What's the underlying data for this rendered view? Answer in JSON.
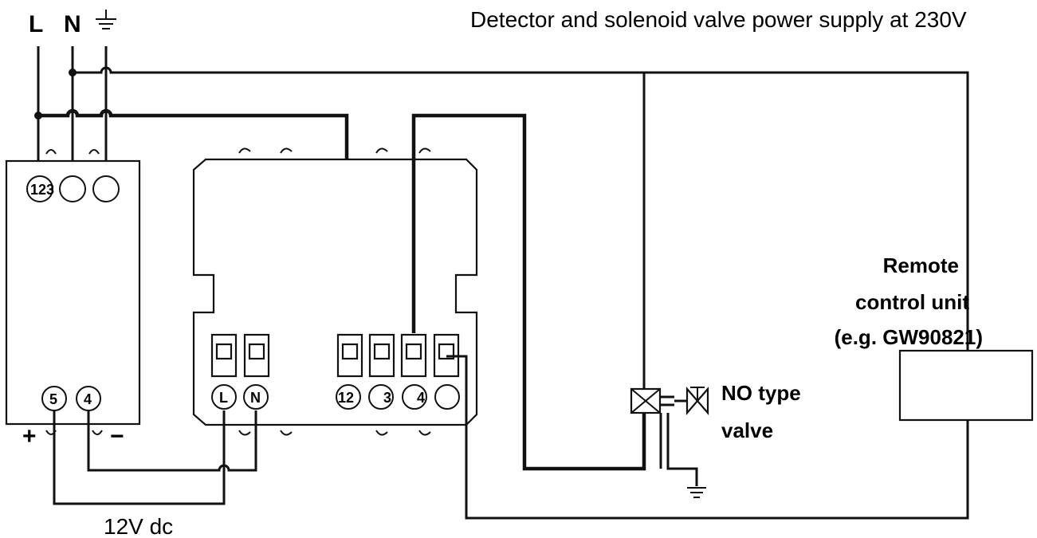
{
  "title": "Detector and solenoid valve power supply at 230V",
  "supply": {
    "live": "L",
    "neutral": "N"
  },
  "power_supply_module": {
    "input_terminals": "123",
    "output_terminal_pos": "5",
    "output_terminal_neg": "4",
    "plus_sign": "+",
    "minus_sign": "−"
  },
  "detector": {
    "terminal_l": "L",
    "terminal_n": "N",
    "relay_terminals_a": "12",
    "relay_terminal_3": "3",
    "relay_terminal_4": "4"
  },
  "dc_label": "12V dc",
  "valve": {
    "line1": "NO type",
    "line2": "valve"
  },
  "remote_unit": {
    "line1": "Remote",
    "line2": "control unit",
    "line3": "(e.g. GW90821)"
  },
  "colors": {
    "line": "#111111",
    "background": "#ffffff"
  }
}
